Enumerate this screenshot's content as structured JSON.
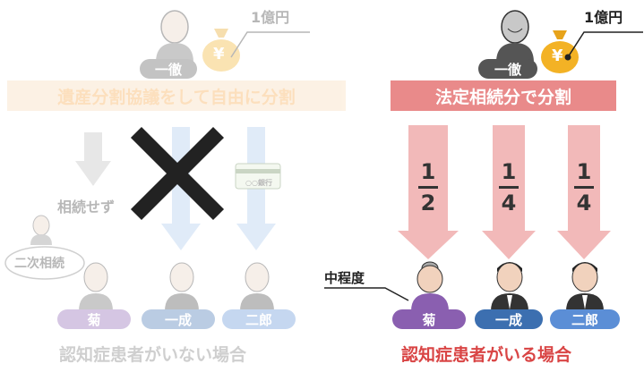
{
  "left": {
    "amount": "1億円",
    "decedent": "一徹",
    "banner": "遺産分割協議をして自由に分割",
    "no_inherit": "相続せず",
    "secondary": "二次相続",
    "bank_label": "○○銀行",
    "heirs": [
      "菊",
      "一成",
      "二郎"
    ],
    "caption": "認知症患者がいない場合"
  },
  "right": {
    "amount": "1億円",
    "decedent": "一徹",
    "banner": "法定相続分で分割",
    "fractions": [
      {
        "num": "1",
        "den": "2"
      },
      {
        "num": "1",
        "den": "4"
      },
      {
        "num": "1",
        "den": "4"
      }
    ],
    "dementia": "中程度",
    "heirs": [
      "菊",
      "一成",
      "二郎"
    ],
    "caption": "認知症患者がいる場合"
  },
  "icons": {
    "money_bag_symbol": "¥"
  },
  "colors": {
    "left_banner": "#f9d9b4",
    "right_banner": "#e98a8a",
    "arrow_right": "#f2b9b9",
    "arrow_left": "#a9c8ec",
    "heir_kiku": "#8a5fb0",
    "heir_issei": "#3c6fb0",
    "heir_jiro": "#5b8ed6",
    "caption_right": "#d94545",
    "cross": "#222222"
  }
}
